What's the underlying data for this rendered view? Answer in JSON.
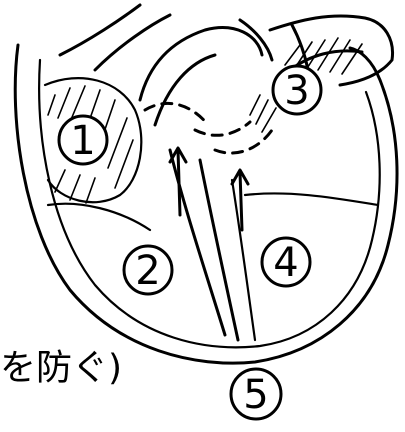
{
  "labels": {
    "chamber_1": "1",
    "chamber_2": "2",
    "chamber_3": "3",
    "chamber_4": "4",
    "apex_5": "5"
  },
  "caption": {
    "text": "を防ぐ)"
  },
  "colors": {
    "ink": "#000000",
    "paper": "#ffffff"
  }
}
